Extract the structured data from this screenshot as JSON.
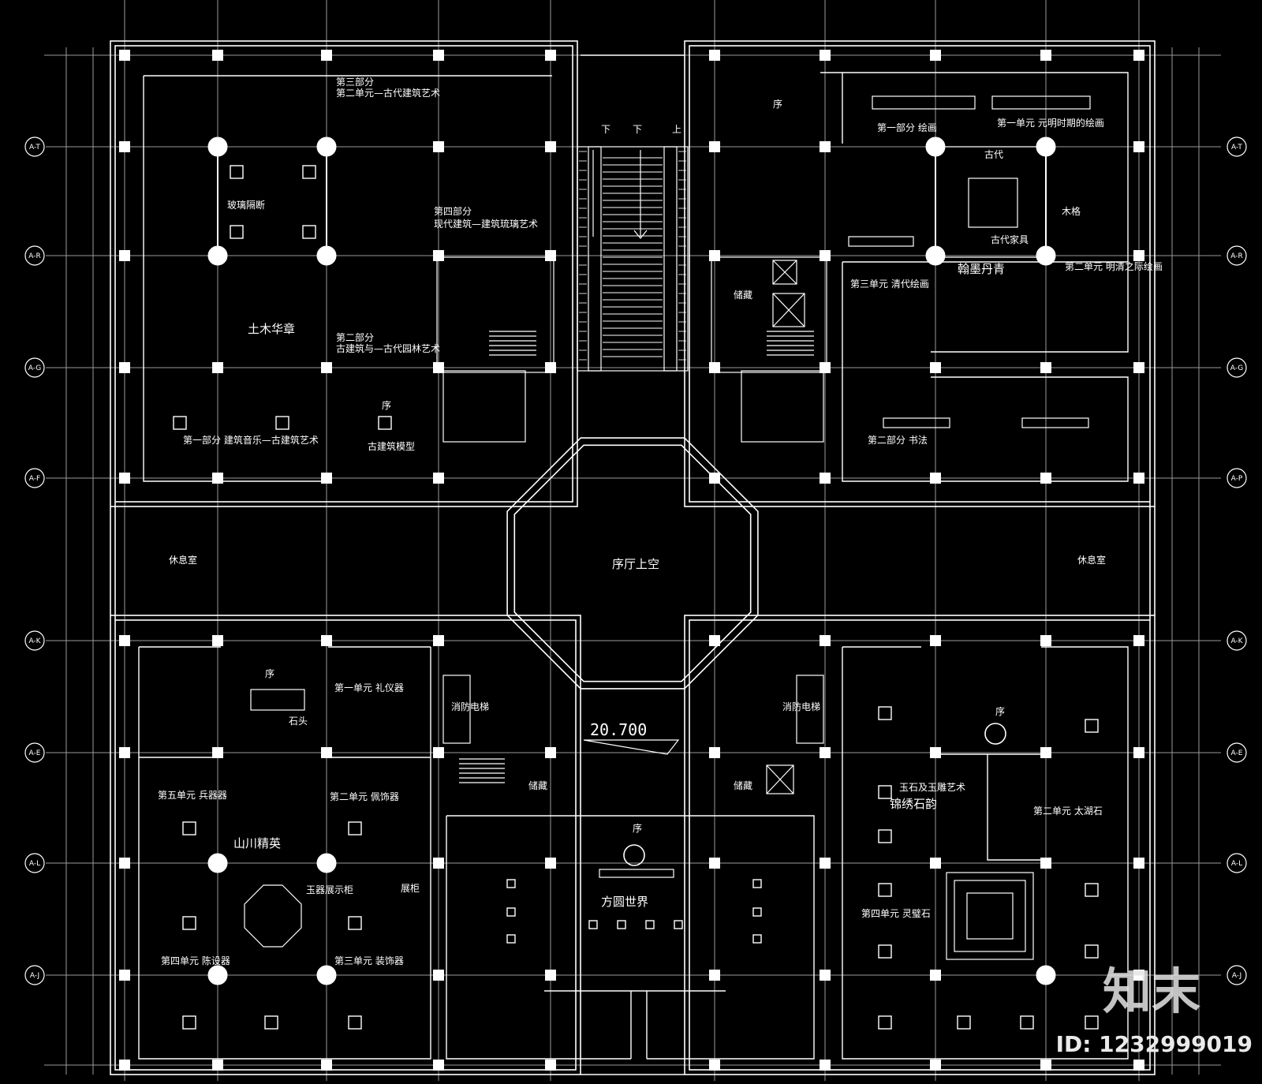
{
  "drawing": {
    "elevation": "20.700",
    "center_void": "序厅上空",
    "axis_left": [
      "A-T",
      "A-R",
      "A-G",
      "A-F",
      "A-K",
      "A-E",
      "A-L",
      "A-J"
    ],
    "axis_right": [
      "A-T",
      "A-R",
      "A-G",
      "A-P",
      "A-K",
      "A-E",
      "A-L",
      "A-J"
    ],
    "stair_marks": [
      "下",
      "下",
      "上"
    ],
    "halls": {
      "nw": "土木华章",
      "ne": "翰墨丹青",
      "sw": "山川精英",
      "s": "方圆世界",
      "se": "锦绣石韵"
    },
    "labels": {
      "nw_part3": "第三部分",
      "nw_part3_sub": "第二单元—古代建筑艺术",
      "nw_glass": "玻璃隔断",
      "nw_part2": "第二部分",
      "nw_part2_sub": "古建筑与—古代园林艺术",
      "nw_part1": "第一部分 建筑音乐—古建筑艺术",
      "nw_xu": "序",
      "nw_model": "古建筑模型",
      "c_part4": "第四部分",
      "c_part4_sub": "现代建筑—建筑琉璃艺术",
      "n_xu": "序",
      "ne_part1": "第一部分 绘画",
      "ne_unit1": "第一单元 元明时期的绘画",
      "ne_ancient": "古代",
      "ne_table": "古代家具",
      "ne_wood": "木格",
      "ne_unit2": "第二单元 明清之际绘画",
      "ne_unit3": "第三单元 清代绘画",
      "ne_part2": "第二部分 书法",
      "rest_w": "休息室",
      "rest_e": "休息室",
      "sw_xu": "序",
      "sw_unit1": "第一单元 礼仪器",
      "sw_stone": "石头",
      "sw_unit5": "第五单元 兵器器",
      "sw_unit2": "第二单元 佩饰器",
      "sw_jade": "玉器展示柜",
      "sw_unit4": "第四单元 陈设器",
      "sw_unit3": "第三单元 装饰器",
      "sw_case": "展柜",
      "c_elev_w": "消防电梯",
      "c_elev_e": "消防电梯",
      "c_store_w": "储藏",
      "c_store_e": "储藏",
      "c_store_n": "储藏",
      "s_xu": "序",
      "se_xu": "序",
      "se_title_sub": "玉石及玉雕艺术",
      "se_unit2": "第二单元 太湖石",
      "se_unit4": "第四单元 灵璧石"
    }
  },
  "watermark": {
    "brand": "知末",
    "id": "ID: 1232999019"
  }
}
